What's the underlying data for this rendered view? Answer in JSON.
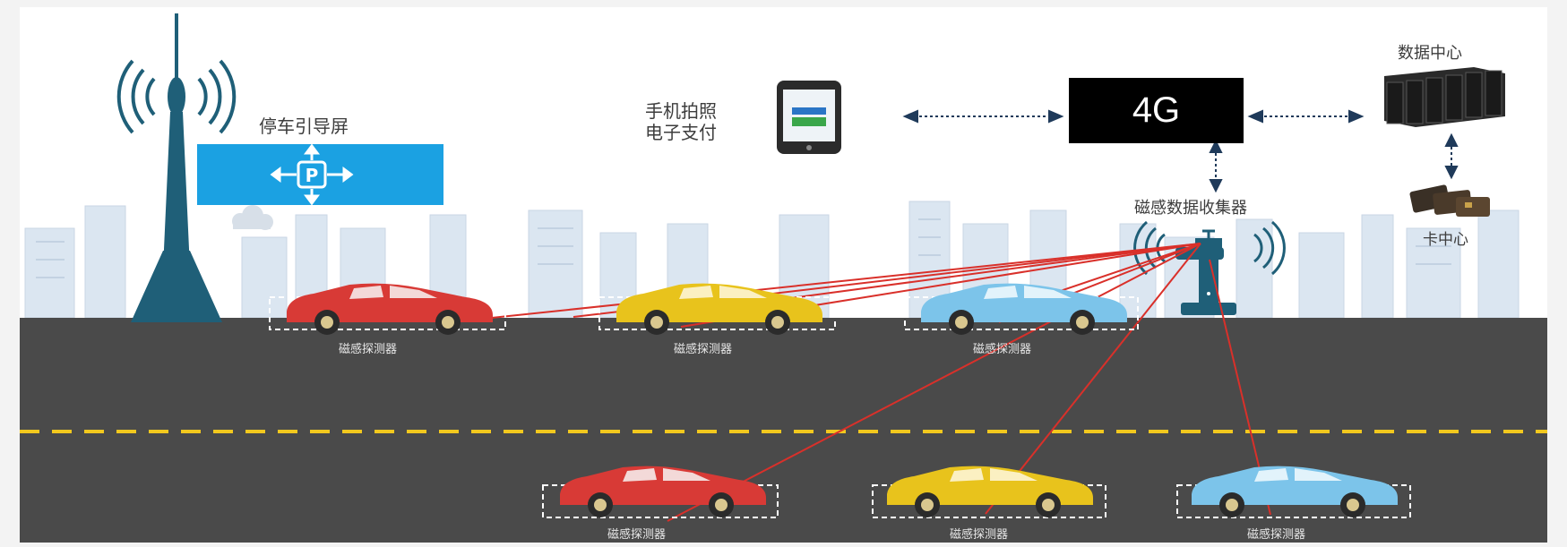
{
  "labels": {
    "guide_screen": "停车引导屏",
    "phone_line1": "手机拍照",
    "phone_line2": "电子支付",
    "network": "4G",
    "data_center": "数据中心",
    "card_center": "卡中心",
    "collector": "磁感数据收集器",
    "sensor": "磁感探测器"
  },
  "icons": [
    "antenna-tower-icon",
    "parking-sign-icon",
    "smartphone-icon",
    "server-rack-icon",
    "card-icon",
    "collector-pole-icon",
    "car-icon"
  ],
  "colors": {
    "road": "#4a4a4a",
    "lane_marking": "#f2c81e",
    "signal_line": "#d9302a",
    "guide_screen": "#1ba1e2",
    "tower": "#1f5f78",
    "car_red": "#d83a36",
    "car_yellow": "#e8c31c",
    "car_blue": "#7cc4ea"
  }
}
